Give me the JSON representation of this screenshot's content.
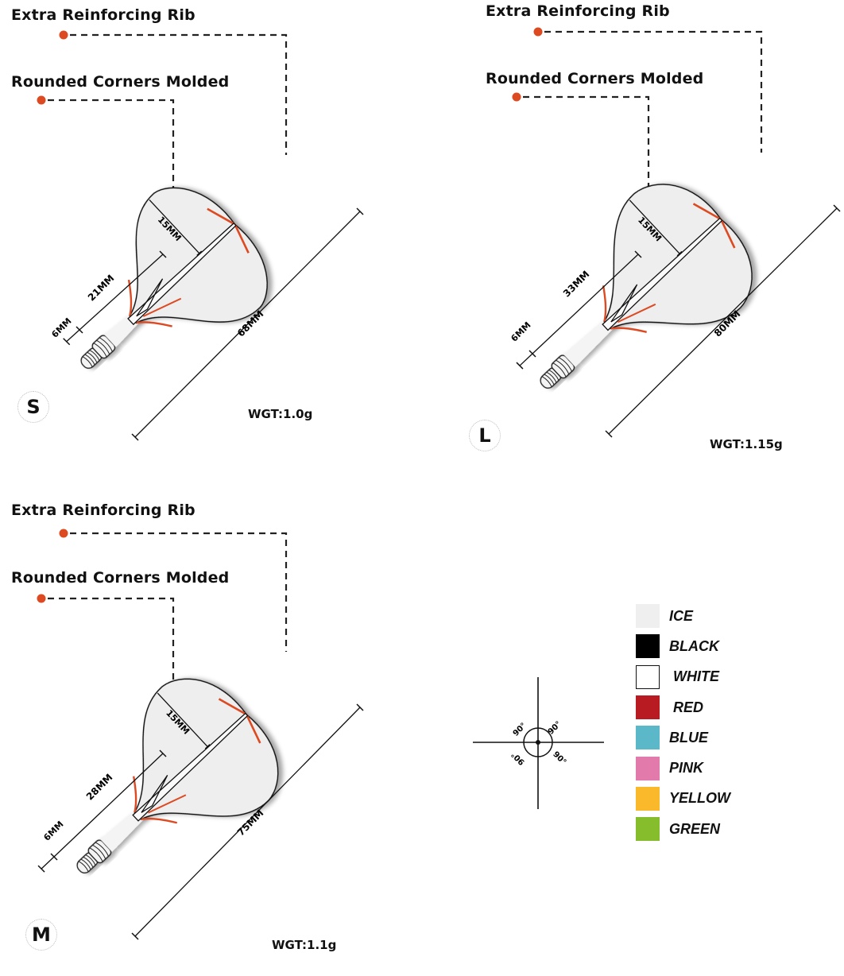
{
  "callouts": {
    "rib": "Extra Reinforcing Rib",
    "corners": "Rounded Corners Molded"
  },
  "colors": {
    "accent_red_orange": "#dd4a22",
    "flight_fill": "#eeeeee"
  },
  "variants": [
    {
      "size": "S",
      "weight": "WGT:1.0g",
      "dimensions": {
        "flight_width": "15MM",
        "thread": "6MM",
        "shaft": "21MM",
        "total": "68MM"
      }
    },
    {
      "size": "L",
      "weight": "WGT:1.15g",
      "dimensions": {
        "flight_width": "15MM",
        "thread": "6MM",
        "shaft": "33MM",
        "total": "80MM"
      }
    },
    {
      "size": "M",
      "weight": "WGT:1.1g",
      "dimensions": {
        "flight_width": "15MM",
        "thread": "6MM",
        "shaft": "28MM",
        "total": "75MM"
      }
    }
  ],
  "angle_diagram": {
    "angles": [
      "90°",
      "90°",
      "90°",
      "90°"
    ]
  },
  "legend": [
    {
      "label": "ICE",
      "color": "#efefef",
      "border": "#efefef"
    },
    {
      "label": "BLACK",
      "color": "#000000",
      "border": "#000000"
    },
    {
      "label": "WHITE",
      "color": "#ffffff",
      "border": "#111111"
    },
    {
      "label": "RED",
      "color": "#b81c22",
      "border": "#b81c22"
    },
    {
      "label": "BLUE",
      "color": "#5bb8c8",
      "border": "#5bb8c8"
    },
    {
      "label": "PINK",
      "color": "#e27aac",
      "border": "#e27aac"
    },
    {
      "label": "YELLOW",
      "color": "#f9b92a",
      "border": "#f9b92a"
    },
    {
      "label": "GREEN",
      "color": "#86bd2c",
      "border": "#86bd2c"
    }
  ]
}
